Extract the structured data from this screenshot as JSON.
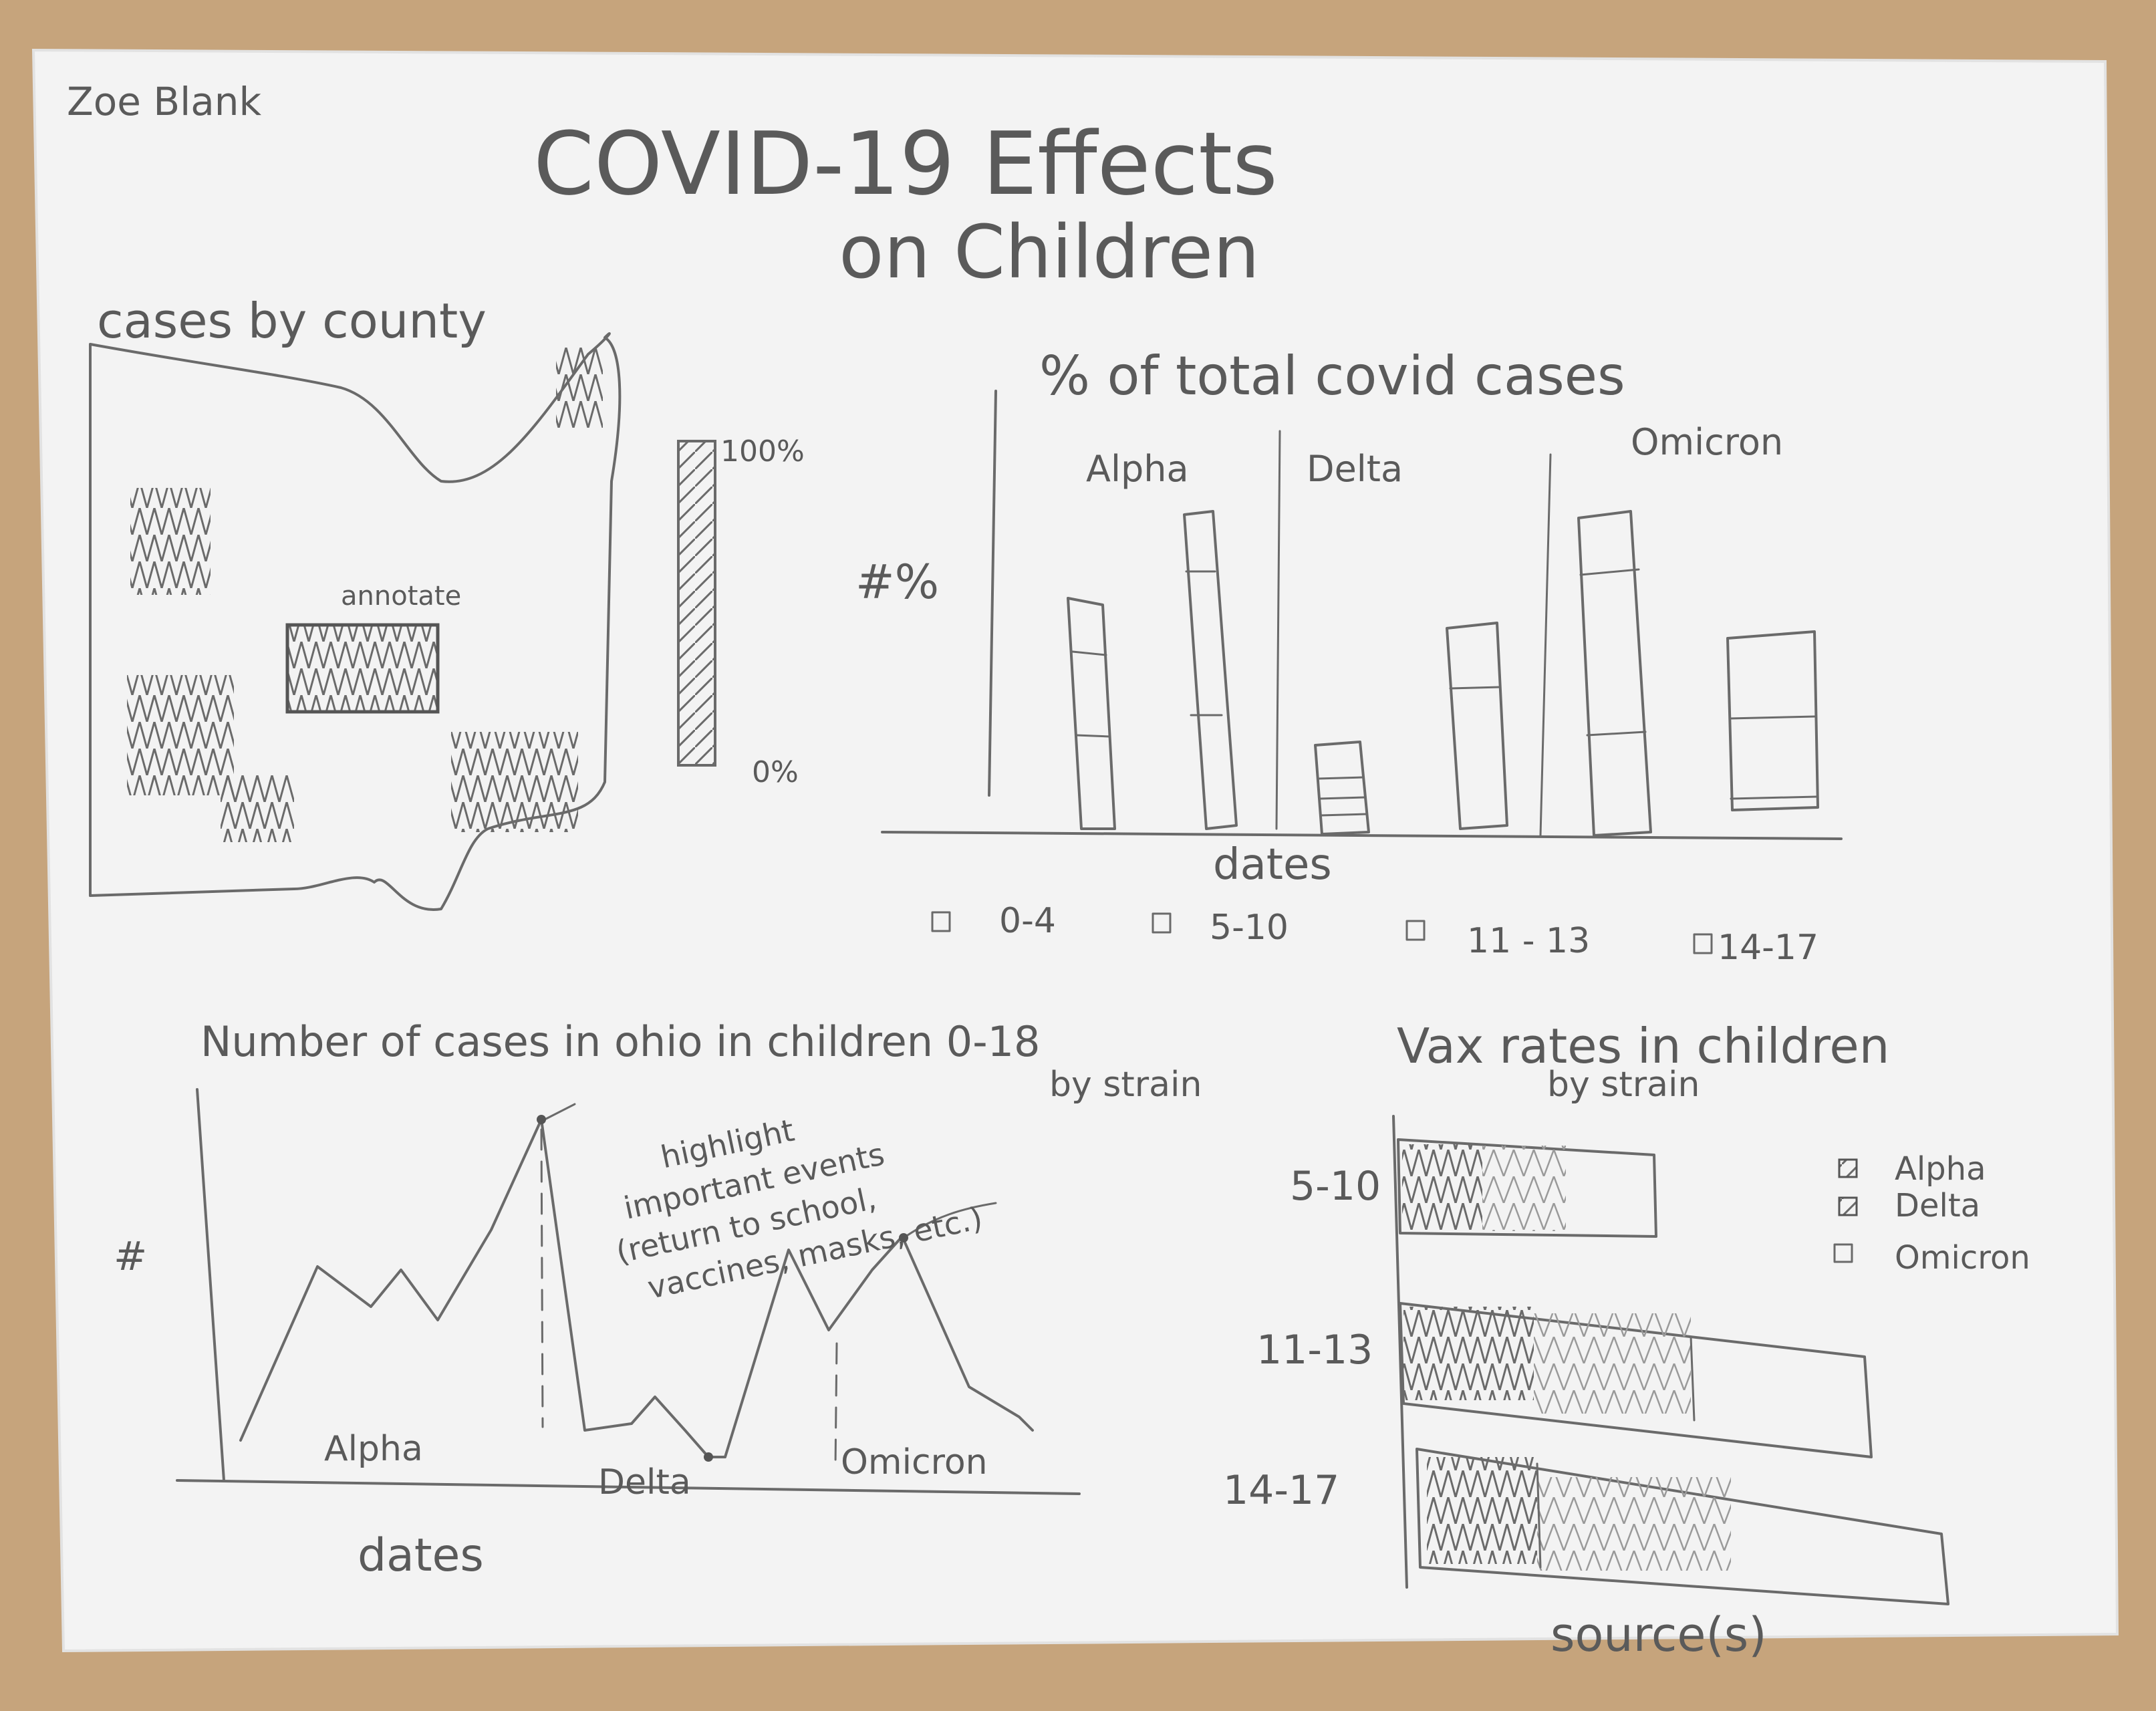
{
  "author": "Zoe Blank",
  "title": "COVID-19 Effects",
  "subtitle": "on Children",
  "colors": {
    "paper": "#f3f3f3",
    "pencil": "#6a6a6a",
    "desk": "#c6a47c"
  },
  "map_panel": {
    "title": "cases by county",
    "annotation": "annotate",
    "scale_top": "100%",
    "scale_bottom": "0%"
  },
  "bar_panel": {
    "title": "% of total covid cases",
    "y_label": "#%",
    "x_label": "dates",
    "strains": [
      "Alpha",
      "Delta",
      "Omicron"
    ],
    "legend": [
      "0-4",
      "5-10",
      "11 - 13",
      "14-17"
    ]
  },
  "line_panel": {
    "title": "Number of cases in ohio in children 0-18",
    "subtitle": "by strain",
    "y_label": "#",
    "x_label": "dates",
    "annotation": [
      "highlight",
      "important events",
      "(return to school,",
      "vaccines, masks, etc.)"
    ],
    "strains": [
      "Alpha",
      "Delta",
      "Omicron"
    ]
  },
  "vax_panel": {
    "title": "Vax rates in children",
    "subtitle": "by strain",
    "rows": [
      "5-10",
      "11-13",
      "14-17"
    ],
    "legend": [
      "Alpha",
      "Delta",
      "Omicron"
    ],
    "source": "source(s)"
  }
}
